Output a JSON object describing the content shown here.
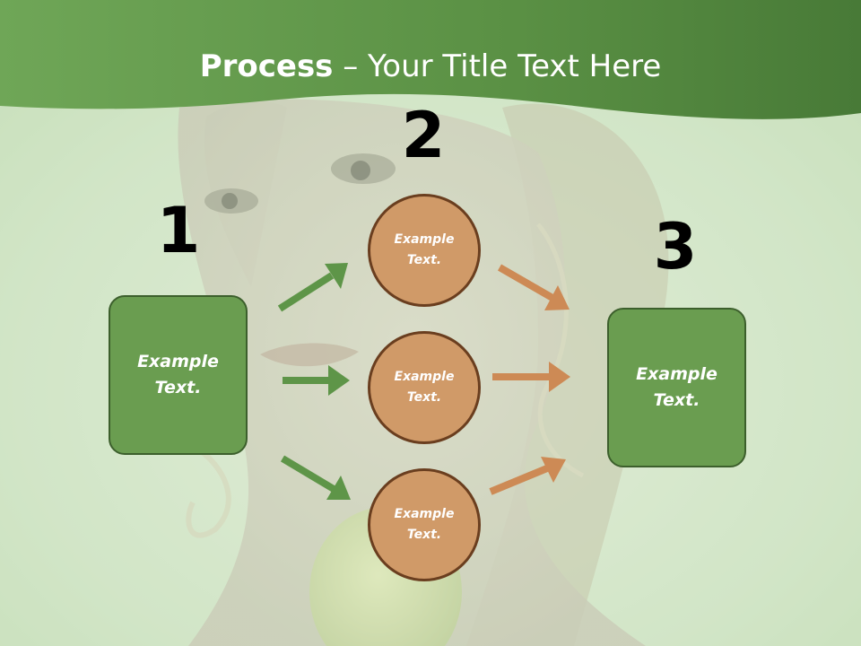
{
  "slide": {
    "title_bold": "Process",
    "title_rest": " – Your Title Text Here"
  },
  "steps": {
    "one": {
      "number": "1",
      "text": "Example\nText."
    },
    "two": {
      "number": "2",
      "circles": [
        {
          "text": "Example\nText."
        },
        {
          "text": "Example\nText."
        },
        {
          "text": "Example\nText."
        }
      ]
    },
    "three": {
      "number": "3",
      "text": "Example\nText."
    }
  },
  "colors": {
    "header_green": "#5e9548",
    "box_green": "#6a9d50",
    "box_border": "#3c5f2c",
    "circle_fill": "#d09a68",
    "circle_border": "#6a3e1f",
    "arrow_green": "#5e9548",
    "arrow_orange": "#cd8a55"
  },
  "icons": {
    "background": "woman-with-green-apple-photo",
    "arrows": "arrow-right-icon"
  }
}
